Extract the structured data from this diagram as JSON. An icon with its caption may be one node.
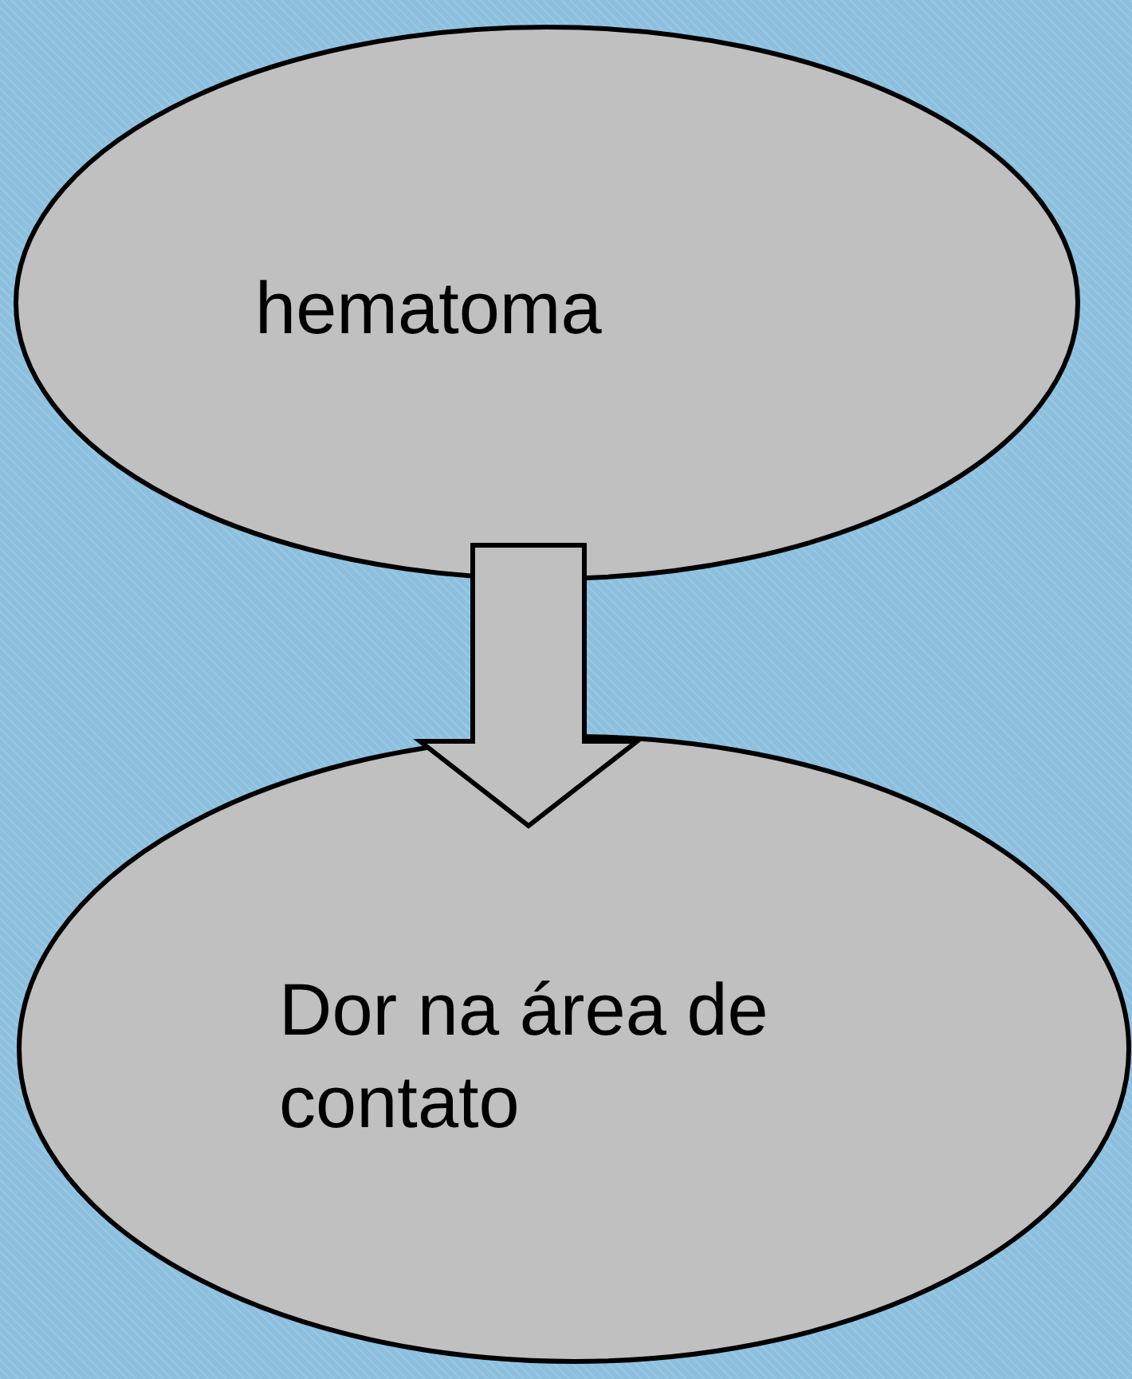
{
  "diagram": {
    "nodes": [
      {
        "text": [
          "hematoma"
        ]
      },
      {
        "text": [
          "Dor na área de contato"
        ]
      }
    ],
    "edges": [
      {
        "from": 0,
        "to": 1,
        "arrow": "to"
      }
    ]
  }
}
